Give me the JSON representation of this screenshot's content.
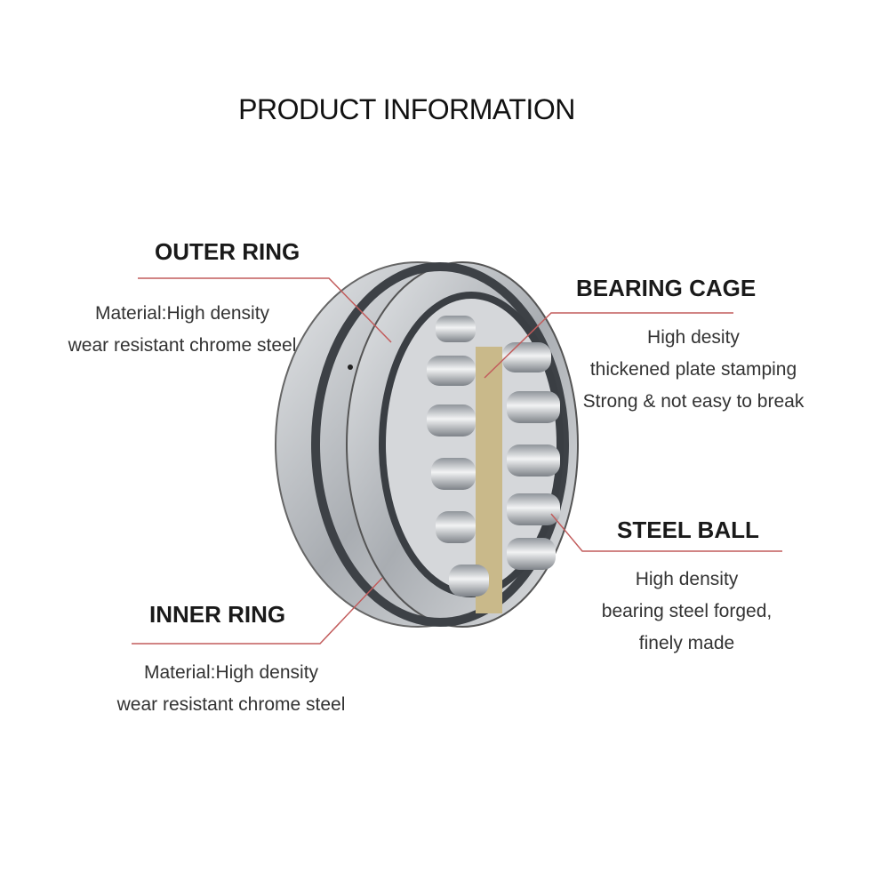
{
  "title": "PRODUCT INFORMATION",
  "parts": {
    "outer_ring": {
      "heading": "OUTER RING",
      "lines": [
        "Material:High density",
        "wear resistant chrome steel"
      ]
    },
    "bearing_cage": {
      "heading": "BEARING CAGE",
      "lines": [
        "High desity",
        "thickened plate stamping",
        "Strong & not easy to break"
      ]
    },
    "steel_ball": {
      "heading": "STEEL BALL",
      "lines": [
        "High density",
        "bearing steel forged,",
        "finely made"
      ]
    },
    "inner_ring": {
      "heading": "INNER RING",
      "lines": [
        "Material:High density",
        "wear resistant chrome steel"
      ]
    }
  },
  "colors": {
    "leader_line": "#c25c5c",
    "steel": "#b9bcc0",
    "cage": "#c9b98a"
  }
}
